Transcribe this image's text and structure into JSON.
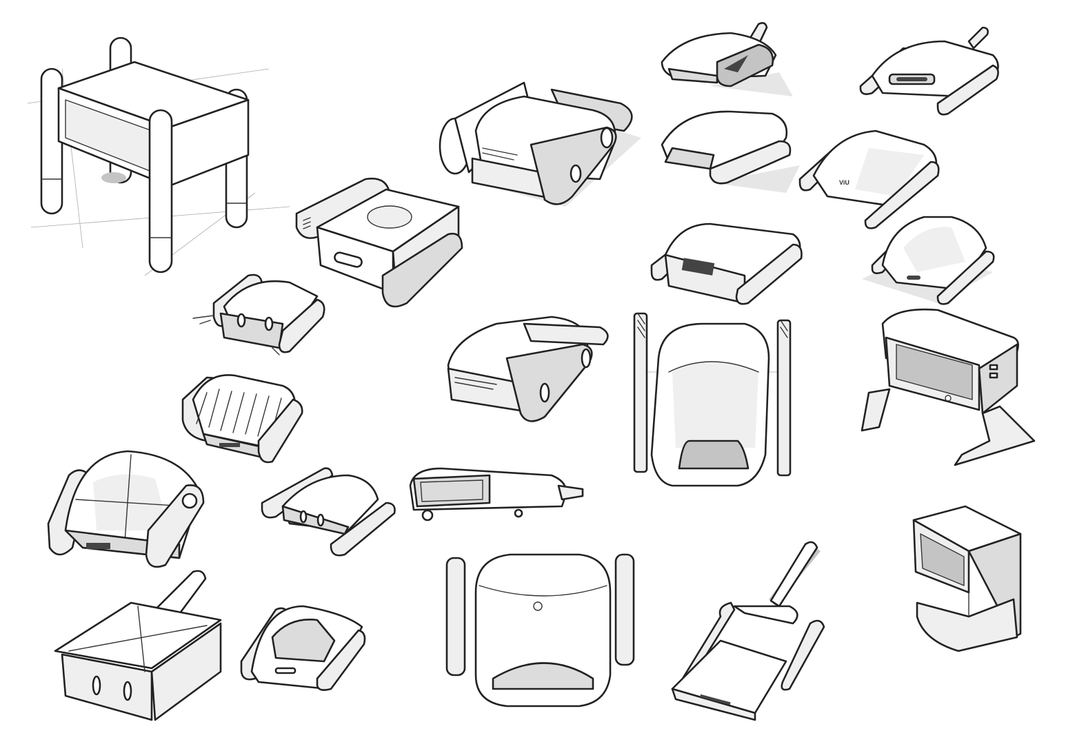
{
  "sheet": {
    "background": "#ffffff",
    "ink_color": "#222222",
    "marker_greys": [
      "#efefef",
      "#dcdcdc",
      "#c4c4c4"
    ]
  },
  "sketches": [
    {
      "name": "side-table-sketch",
      "icon": "table-icon"
    },
    {
      "name": "robot-roller-sketch",
      "icon": "robot-icon"
    },
    {
      "name": "robot-round-lid-sketch",
      "icon": "robot-icon"
    },
    {
      "name": "robot-small-sketch",
      "icon": "robot-icon"
    },
    {
      "name": "robot-grille-sketch",
      "icon": "robot-icon"
    },
    {
      "name": "robot-dome-sketch",
      "icon": "robot-icon"
    },
    {
      "name": "robot-flat-sketch",
      "icon": "robot-icon"
    },
    {
      "name": "vacuum-side-sketch",
      "icon": "vacuum-icon"
    },
    {
      "name": "robot-handle-box-sketch",
      "icon": "robot-icon"
    },
    {
      "name": "robot-compact-sketch",
      "icon": "robot-icon"
    },
    {
      "name": "robot-front-sketch",
      "icon": "robot-icon"
    },
    {
      "name": "scooper-sketch",
      "icon": "scooper-icon"
    },
    {
      "name": "robot-vent-sketch",
      "icon": "robot-icon"
    },
    {
      "name": "robot-tall-front-sketch",
      "icon": "robot-icon"
    },
    {
      "name": "mouse-robot-sketch",
      "icon": "robot-icon"
    },
    {
      "name": "robot-antenna-sketch",
      "icon": "robot-icon"
    },
    {
      "name": "robot-angled-sketch",
      "icon": "robot-icon"
    },
    {
      "name": "robot-logo-sketch",
      "icon": "robot-icon"
    },
    {
      "name": "robot-screen-sketch",
      "icon": "robot-icon"
    },
    {
      "name": "robot-hood-sketch",
      "icon": "robot-icon"
    },
    {
      "name": "dock-station-sketch",
      "icon": "dock-icon"
    },
    {
      "name": "cube-dock-sketch",
      "icon": "dock-icon"
    }
  ],
  "logo_text": "ViU"
}
